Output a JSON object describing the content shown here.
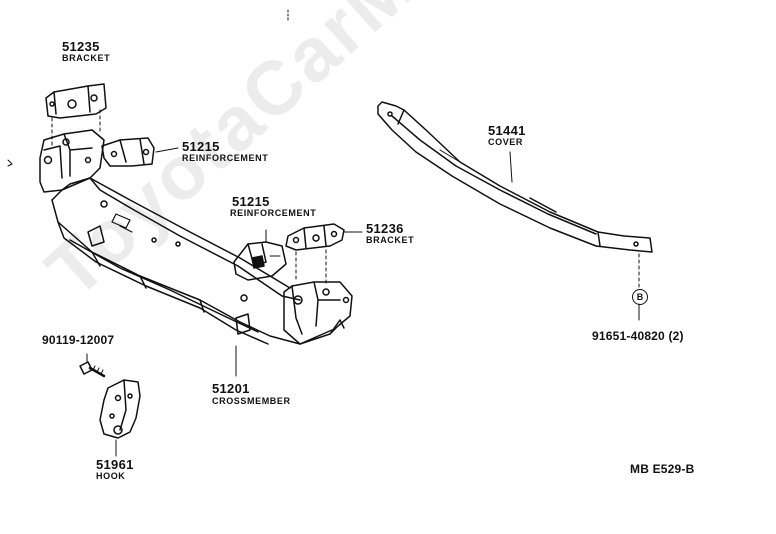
{
  "watermark": "ToyotaCarMine.ru",
  "parts": {
    "bracket_top": {
      "number": "51235",
      "name": "BRACKET"
    },
    "reinforcement_upper": {
      "number": "51215",
      "name": "REINFORCEMENT"
    },
    "reinforcement_mid": {
      "number": "51215",
      "name": "REINFORCEMENT"
    },
    "bracket_right": {
      "number": "51236",
      "name": "BRACKET"
    },
    "cover": {
      "number": "51441",
      "name": "COVER"
    },
    "crossmember": {
      "number": "51201",
      "name": "CROSSMEMBER"
    },
    "bolt": {
      "number": "90119-12007"
    },
    "hook": {
      "number": "51961",
      "name": "HOOK"
    },
    "rivet": {
      "number": "91651-40820 (2)",
      "marker": "B"
    }
  },
  "diagram_code": "MB E529-B"
}
